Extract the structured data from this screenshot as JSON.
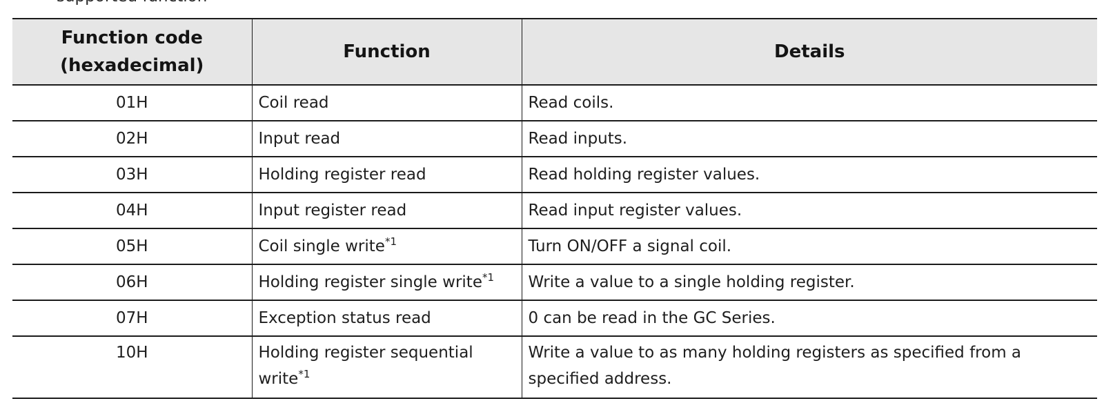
{
  "partial_text_above": "supported function",
  "table": {
    "headers": {
      "code_line1": "Function code",
      "code_line2": "(hexadecimal)",
      "function": "Function",
      "details": "Details"
    },
    "rows": [
      {
        "code": "01H",
        "function": "Coil read",
        "note": "",
        "details": "Read coils."
      },
      {
        "code": "02H",
        "function": "Input read",
        "note": "",
        "details": "Read inputs."
      },
      {
        "code": "03H",
        "function": "Holding register read",
        "note": "",
        "details": "Read holding register values."
      },
      {
        "code": "04H",
        "function": "Input register read",
        "note": "",
        "details": "Read input register values."
      },
      {
        "code": "05H",
        "function": "Coil single write",
        "note": "*1",
        "details": "Turn ON/OFF a signal coil."
      },
      {
        "code": "06H",
        "function": "Holding register single write",
        "note": "*1",
        "details": "Write a value to a single holding register."
      },
      {
        "code": "07H",
        "function": "Exception status read",
        "note": "",
        "details": "0 can be read in the GC Series."
      },
      {
        "code": "10H",
        "function": "Holding register sequential write",
        "note": "*1",
        "details": "Write a value to as many holding registers as specified from a specified address."
      }
    ]
  }
}
